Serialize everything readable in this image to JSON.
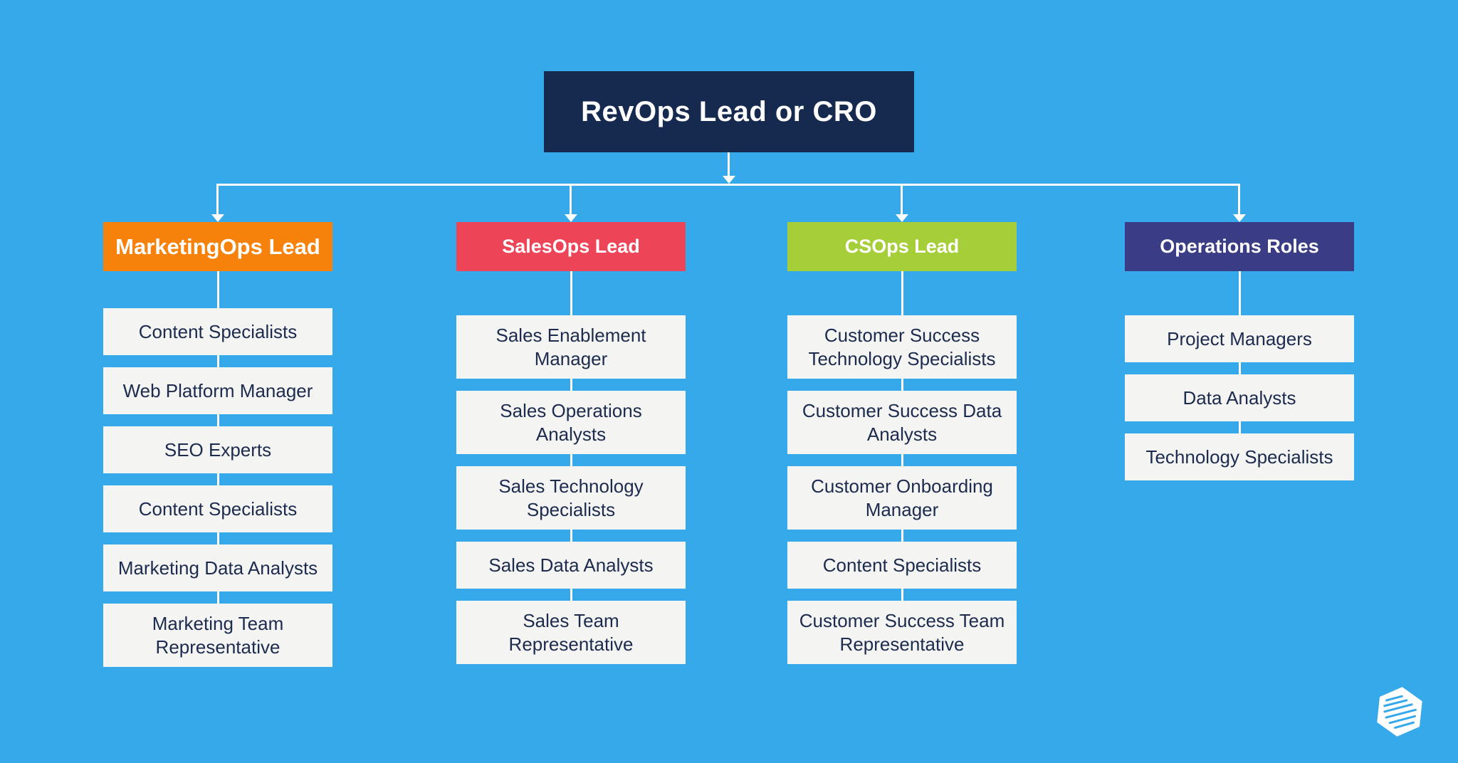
{
  "background_color": "#35A9EA",
  "connector_color": "#FFFFFF",
  "root": {
    "label": "RevOps Lead or CRO",
    "color": "#16294E",
    "text_color": "#FFFFFF"
  },
  "item_style": {
    "background": "#F4F4F2",
    "text_color": "#1C2B4E"
  },
  "columns": [
    {
      "header": {
        "label": "MarketingOps Lead",
        "color": "#F6820C"
      },
      "items": [
        "Content Specialists",
        "Web Platform Manager",
        "SEO Experts",
        "Content Specialists",
        "Marketing Data Analysts",
        "Marketing Team Representative"
      ]
    },
    {
      "header": {
        "label": "SalesOps Lead",
        "color": "#EE4458"
      },
      "items": [
        "Sales Enablement Manager",
        "Sales Operations Analysts",
        "Sales Technology Specialists",
        "Sales Data Analysts",
        "Sales Team Representative"
      ]
    },
    {
      "header": {
        "label": "CSOps Lead",
        "color": "#A6CE39"
      },
      "items": [
        "Customer Success Technology Specialists",
        "Customer Success Data Analysts",
        "Customer Onboarding Manager",
        "Content Specialists",
        "Customer Success Team Representative"
      ]
    },
    {
      "header": {
        "label": "Operations Roles",
        "color": "#3A3D85"
      },
      "items": [
        "Project Managers",
        "Data Analysts",
        "Technology Specialists"
      ]
    }
  ],
  "logo": {
    "name": "coefficient-logo"
  }
}
